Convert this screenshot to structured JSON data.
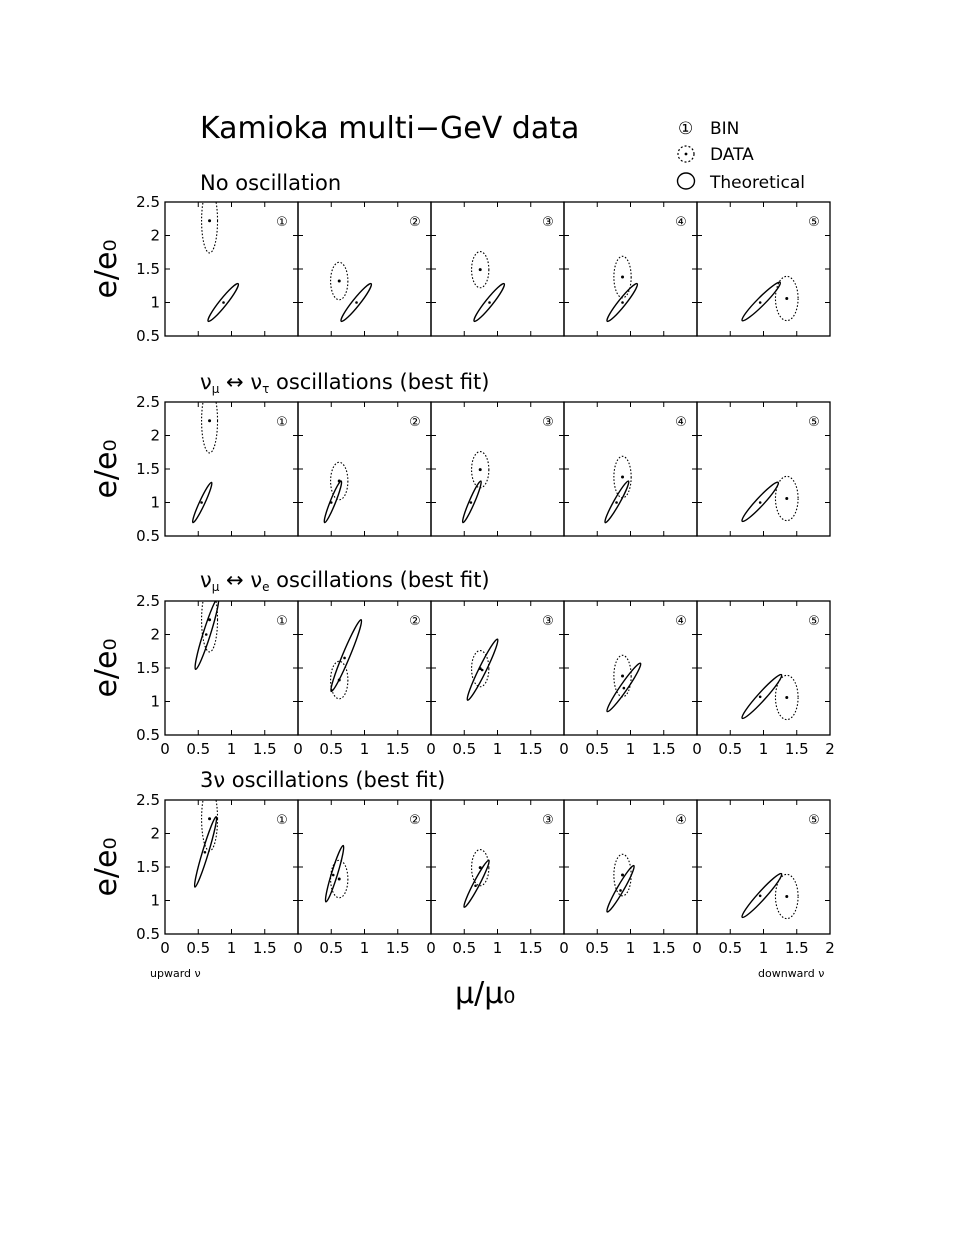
{
  "chart_data": {
    "type": "scatter",
    "title": "Kamioka multi−GeV data",
    "legend": {
      "placement": "top-right",
      "entries": [
        {
          "marker": "①",
          "label": "BIN",
          "style": "circled-number"
        },
        {
          "marker": "⊙",
          "label": "DATA",
          "style": "dotted-ellipse"
        },
        {
          "marker": "○",
          "label": "Theoretical",
          "style": "solid-ellipse"
        }
      ]
    },
    "xlabel": "μ/μ₀",
    "ylabel": "e/e₀",
    "xlim": [
      0,
      2
    ],
    "ylim": [
      0.5,
      2.5
    ],
    "x_tick_labels": [
      "0",
      "0.5",
      "1",
      "1.5",
      "2"
    ],
    "y_tick_labels": [
      "0.5",
      "1",
      "1.5",
      "2",
      "2.5"
    ],
    "x_note_left": "upward ν",
    "x_note_right": "downward ν",
    "bin_labels": [
      "①",
      "②",
      "③",
      "④",
      "⑤"
    ],
    "data_ellipses": [
      {
        "bin": 1,
        "x": 0.67,
        "y": 2.22,
        "rx": 0.12,
        "ry": 0.48
      },
      {
        "bin": 2,
        "x": 0.62,
        "y": 1.32,
        "rx": 0.13,
        "ry": 0.28
      },
      {
        "bin": 3,
        "x": 0.74,
        "y": 1.49,
        "rx": 0.13,
        "ry": 0.27
      },
      {
        "bin": 4,
        "x": 0.88,
        "y": 1.38,
        "rx": 0.13,
        "ry": 0.31
      },
      {
        "bin": 5,
        "x": 1.35,
        "y": 1.06,
        "rx": 0.17,
        "ry": 0.33
      }
    ],
    "rows": [
      {
        "title": "No oscillation",
        "theory": [
          {
            "bin": 1,
            "x": 0.88,
            "y": 1.0,
            "x1": 0.65,
            "y1": 0.72,
            "x2": 1.1,
            "y2": 1.28,
            "w": 0.055
          },
          {
            "bin": 2,
            "x": 0.88,
            "y": 1.0,
            "x1": 0.65,
            "y1": 0.72,
            "x2": 1.1,
            "y2": 1.28,
            "w": 0.055
          },
          {
            "bin": 3,
            "x": 0.88,
            "y": 1.0,
            "x1": 0.65,
            "y1": 0.72,
            "x2": 1.1,
            "y2": 1.28,
            "w": 0.055
          },
          {
            "bin": 4,
            "x": 0.88,
            "y": 1.0,
            "x1": 0.65,
            "y1": 0.72,
            "x2": 1.1,
            "y2": 1.28,
            "w": 0.055
          },
          {
            "bin": 5,
            "x": 0.95,
            "y": 1.0,
            "x1": 0.68,
            "y1": 0.73,
            "x2": 1.25,
            "y2": 1.3,
            "w": 0.06
          }
        ]
      },
      {
        "title": "νμ ↔ ντ oscillations (best fit)",
        "theory": [
          {
            "bin": 1,
            "x": 0.55,
            "y": 1.0,
            "x1": 0.42,
            "y1": 0.7,
            "x2": 0.7,
            "y2": 1.3,
            "w": 0.04
          },
          {
            "bin": 2,
            "x": 0.5,
            "y": 1.0,
            "x1": 0.4,
            "y1": 0.7,
            "x2": 0.65,
            "y2": 1.32,
            "w": 0.04
          },
          {
            "bin": 3,
            "x": 0.6,
            "y": 1.0,
            "x1": 0.48,
            "y1": 0.7,
            "x2": 0.75,
            "y2": 1.32,
            "w": 0.04
          },
          {
            "bin": 4,
            "x": 0.79,
            "y": 1.0,
            "x1": 0.62,
            "y1": 0.7,
            "x2": 0.97,
            "y2": 1.32,
            "w": 0.045
          },
          {
            "bin": 5,
            "x": 0.95,
            "y": 1.0,
            "x1": 0.68,
            "y1": 0.72,
            "x2": 1.22,
            "y2": 1.3,
            "w": 0.06
          }
        ]
      },
      {
        "title": "νμ ↔ νe oscillations (best fit)",
        "theory": [
          {
            "bin": 1,
            "x": 0.62,
            "y": 2.0,
            "x1": 0.46,
            "y1": 1.48,
            "x2": 0.8,
            "y2": 2.55,
            "w": 0.055
          },
          {
            "bin": 2,
            "x": 0.7,
            "y": 1.65,
            "x1": 0.5,
            "y1": 1.15,
            "x2": 0.95,
            "y2": 2.22,
            "w": 0.055
          },
          {
            "bin": 3,
            "x": 0.77,
            "y": 1.47,
            "x1": 0.55,
            "y1": 1.02,
            "x2": 1.0,
            "y2": 1.93,
            "w": 0.055
          },
          {
            "bin": 4,
            "x": 0.9,
            "y": 1.2,
            "x1": 0.65,
            "y1": 0.85,
            "x2": 1.15,
            "y2": 1.57,
            "w": 0.055
          },
          {
            "bin": 5,
            "x": 0.95,
            "y": 1.07,
            "x1": 0.68,
            "y1": 0.75,
            "x2": 1.27,
            "y2": 1.4,
            "w": 0.06
          }
        ]
      },
      {
        "title": "3ν  oscillations (best fit)",
        "theory": [
          {
            "bin": 1,
            "x": 0.6,
            "y": 1.72,
            "x1": 0.45,
            "y1": 1.2,
            "x2": 0.77,
            "y2": 2.25,
            "w": 0.045
          },
          {
            "bin": 2,
            "x": 0.53,
            "y": 1.38,
            "x1": 0.42,
            "y1": 0.98,
            "x2": 0.68,
            "y2": 1.82,
            "w": 0.045
          },
          {
            "bin": 3,
            "x": 0.67,
            "y": 1.22,
            "x1": 0.5,
            "y1": 0.9,
            "x2": 0.87,
            "y2": 1.6,
            "w": 0.045
          },
          {
            "bin": 4,
            "x": 0.85,
            "y": 1.15,
            "x1": 0.65,
            "y1": 0.83,
            "x2": 1.05,
            "y2": 1.52,
            "w": 0.05
          },
          {
            "bin": 5,
            "x": 0.95,
            "y": 1.07,
            "x1": 0.68,
            "y1": 0.75,
            "x2": 1.27,
            "y2": 1.4,
            "w": 0.06
          }
        ]
      }
    ]
  }
}
